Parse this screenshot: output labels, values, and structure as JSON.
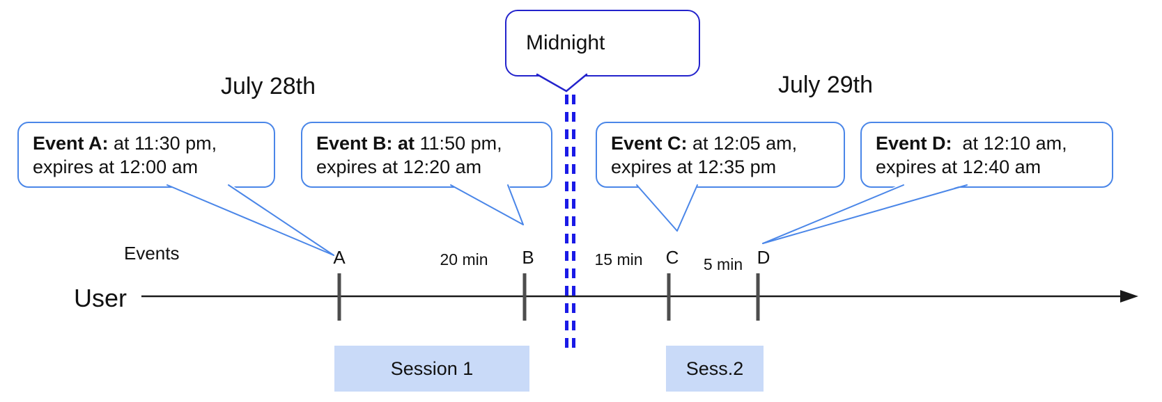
{
  "diagram": {
    "dates": {
      "left": "July 28th",
      "right": "July 29th"
    },
    "midnight_callout": {
      "label": "Midnight"
    },
    "event_callouts": [
      {
        "id": "A",
        "bold": "Event A:",
        "line1_rest": " at 11:30 pm,",
        "line2": "expires at 12:00 am"
      },
      {
        "id": "B",
        "bold": "Event B: at",
        "line1_rest": " 11:50 pm,",
        "line2": "expires at 12:20 am"
      },
      {
        "id": "C",
        "bold": "Event C:",
        "line1_rest": " at 12:05 am,",
        "line2": "expires at 12:35 pm"
      },
      {
        "id": "D",
        "bold": "Event D:",
        "line1_rest": "  at 12:10 am,",
        "line2": "expires at 12:40 am"
      }
    ],
    "timeline": {
      "events_label": "Events",
      "user_label": "User",
      "ticks": [
        "A",
        "B",
        "C",
        "D"
      ],
      "intervals": [
        "20 min",
        "15 min",
        "5 min"
      ],
      "sessions": [
        "Session 1",
        "Sess.2"
      ]
    },
    "colors": {
      "callout-blue": "#4a86e8",
      "midnight-blue": "#2323cc",
      "dash-blue": "#1a1ae6",
      "tick-gray": "#4d4d4d",
      "session-fill": "#c9daf8"
    }
  }
}
